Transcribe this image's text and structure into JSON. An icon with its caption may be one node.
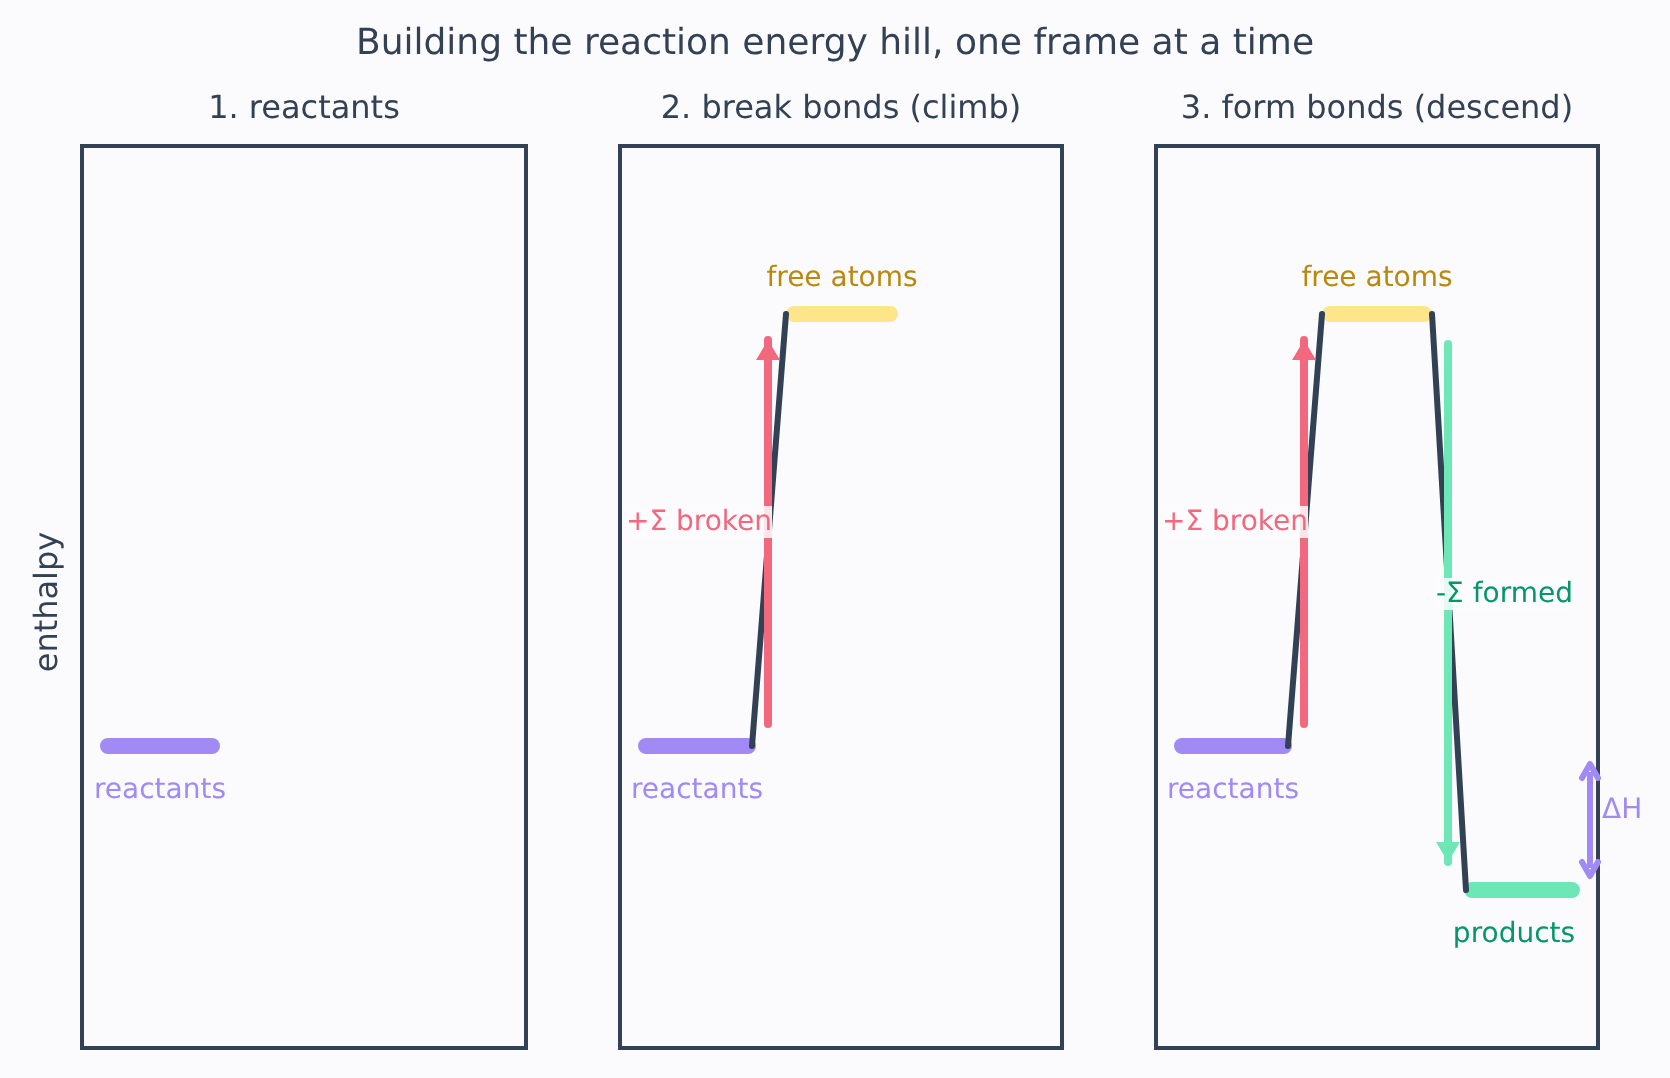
{
  "diagram": {
    "title": "Building the reaction energy hill, one frame at a time",
    "nodes": [
      {
        "text": [
          "1. reactants"
        ]
      },
      {
        "text": [
          "2. break bonds (climb)"
        ]
      },
      {
        "text": [
          "3. form bonds (descend)"
        ]
      },
      {
        "text": [
          "reactants"
        ],
        "in": 0
      },
      {
        "text": [
          "reactants"
        ],
        "in": 1
      },
      {
        "text": [
          "free atoms"
        ],
        "in": 1
      },
      {
        "text": [
          "reactants"
        ],
        "in": 2
      },
      {
        "text": [
          "free atoms"
        ],
        "in": 2
      },
      {
        "text": [
          "products"
        ],
        "in": 2
      }
    ],
    "edges": [
      {
        "from": 4,
        "to": 5,
        "arrow": "none"
      },
      {
        "from": 4,
        "to": 5,
        "arrow": "to",
        "label": "+Σ broken",
        "color": "#f2687e"
      },
      {
        "from": 6,
        "to": 7,
        "arrow": "none"
      },
      {
        "from": 6,
        "to": 7,
        "arrow": "to",
        "label": "+Σ broken",
        "color": "#f2687e"
      },
      {
        "from": 7,
        "to": 8,
        "arrow": "none"
      },
      {
        "from": 7,
        "to": 8,
        "arrow": "to",
        "label": "-Σ formed",
        "color": "#6ee7b7"
      }
    ],
    "labels": [
      "enthalpy",
      "ΔH"
    ]
  }
}
